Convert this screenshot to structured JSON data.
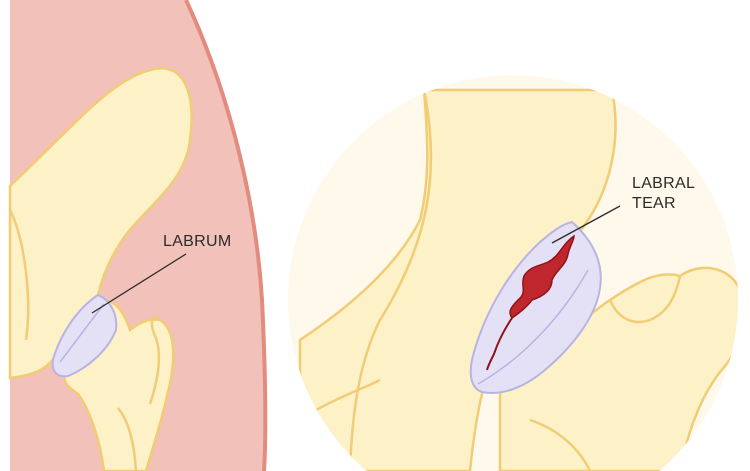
{
  "labels": {
    "labrum": "LABRUM",
    "labral_tear_line1": "LABRAL",
    "labral_tear_line2": "TEAR"
  },
  "colors": {
    "soft_tissue": "#f2c1b9",
    "soft_tissue_edge": "#e28c7f",
    "bone": "#fdf1c8",
    "bone_edge": "#f1cc74",
    "labrum": "#e4e1f6",
    "labrum_edge": "#b9b3e3",
    "tear": "#c0262d",
    "tear_edge": "#8f1418",
    "magnified_background": "#fef9ea",
    "leader_line": "#2b2b2b"
  }
}
